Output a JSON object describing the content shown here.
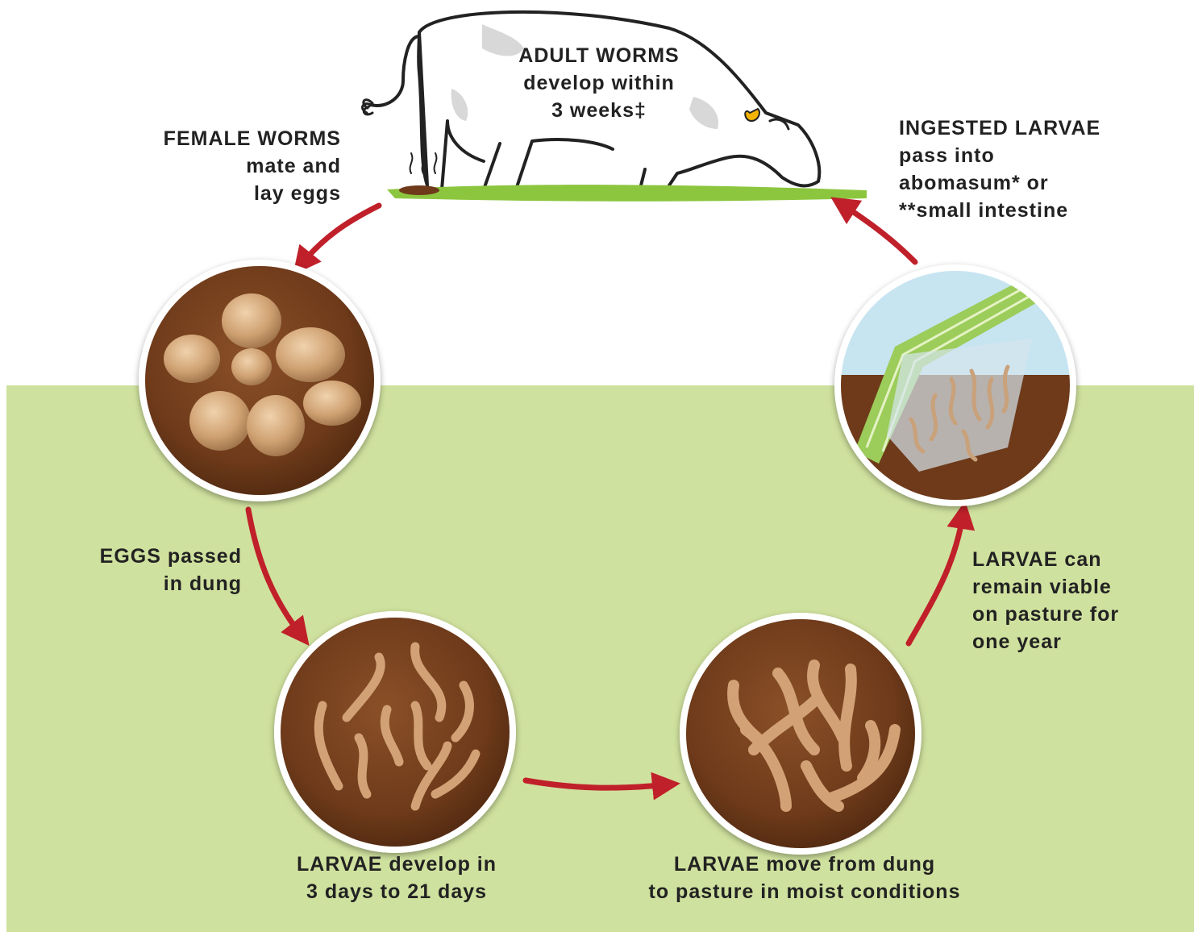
{
  "colors": {
    "ground": "#cfe19e",
    "arrow": "#c0202a",
    "dung": "#7b4421",
    "egg": "#d2a77a",
    "larva": "#c99a6b",
    "grass": "#8cc63f",
    "text": "#222222"
  },
  "stages": {
    "adult": {
      "lines": [
        "ADULT WORMS",
        "develop within",
        "3 weeks‡"
      ]
    },
    "female": {
      "lines": [
        "FEMALE WORMS",
        "mate and",
        "lay eggs"
      ]
    },
    "ingested": {
      "lines": [
        "INGESTED LARVAE",
        "pass into",
        "abomasum* or",
        "**small intestine"
      ]
    },
    "eggs": {
      "lines": [
        "EGGS passed",
        "in dung"
      ]
    },
    "viable": {
      "lines": [
        "LARVAE can",
        "remain viable",
        "on pasture for",
        "one year"
      ]
    },
    "develop": {
      "lines": [
        "LARVAE develop in",
        "3 days to 21 days"
      ]
    },
    "move": {
      "lines": [
        "LARVAE move from dung",
        "to pasture in moist conditions"
      ]
    }
  },
  "illustrations": {
    "cow": "grazing-cow-illustration",
    "eggs": "eggs-in-dung-icon",
    "larvae_develop": "larvae-in-dung-icon",
    "larvae_move": "larvae-moving-icon",
    "ingested": "larvae-on-grass-icon"
  }
}
